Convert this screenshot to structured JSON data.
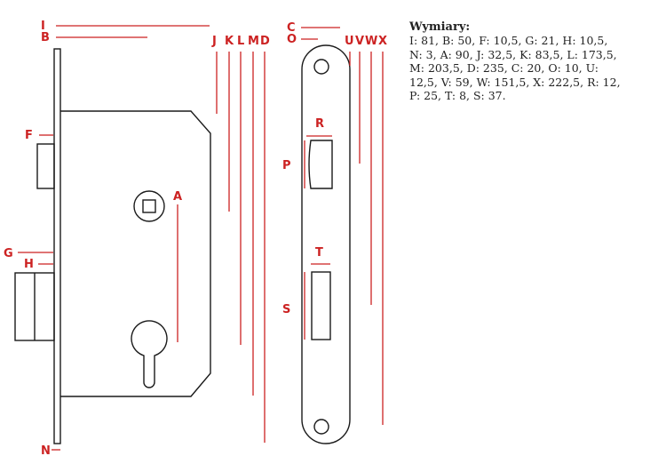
{
  "colors": {
    "line": "#1a1a1a",
    "dimension": "#cc2222",
    "text": "#222222"
  },
  "labels": {
    "I": "I",
    "B": "B",
    "F": "F",
    "G": "G",
    "H": "H",
    "N": "N",
    "A": "A",
    "J": "J",
    "K": "K",
    "L": "L",
    "M": "M",
    "D": "D",
    "C": "C",
    "O": "O",
    "U": "U",
    "V": "V",
    "W": "W",
    "X": "X",
    "R": "R",
    "P": "P",
    "T": "T",
    "S": "S"
  },
  "dimensions": {
    "title": "Wymiary:",
    "text": "I: 81, B: 50, F: 10,5, G: 21, H: 10,5, N: 3, A: 90, J: 32,5, K: 83,5, L: 173,5, M: 203,5, D: 235, C: 20, O: 10, U: 12,5, V: 59, W: 151,5, X: 222,5, R: 12, P: 25, T: 8, S: 37."
  }
}
